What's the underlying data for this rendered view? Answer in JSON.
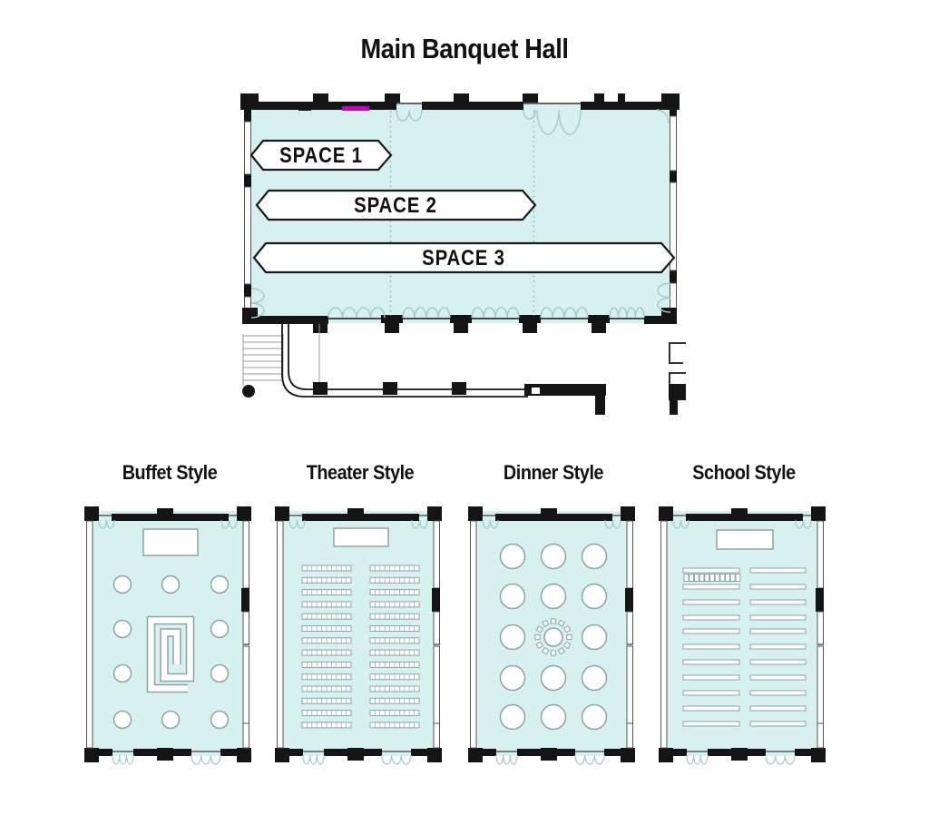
{
  "title": "Main Banquet Hall",
  "main_hall": {
    "spaces": [
      {
        "label": "SPACE 1"
      },
      {
        "label": "SPACE 2"
      },
      {
        "label": "SPACE 3"
      }
    ],
    "divider_count": 2,
    "has_stairs": true,
    "has_lower_corridor": true
  },
  "layouts": [
    {
      "id": "buffet",
      "label": "Buffet Style",
      "round_tables": 10,
      "has_stage": true,
      "has_buffet_spiral": true
    },
    {
      "id": "theater",
      "label": "Theater Style",
      "has_stage": true,
      "seat_blocks": 2,
      "rows_per_block": 14,
      "seats_per_row": 10
    },
    {
      "id": "dinner",
      "label": "Dinner Style",
      "round_tables": 14,
      "center_head_table": true,
      "chairs_around_center": 12
    },
    {
      "id": "school",
      "label": "School Style",
      "has_stage": true,
      "left_tables": 11,
      "right_tables": 11,
      "chair_squares_row": 11
    }
  ],
  "colors": {
    "floor_fill": "#d6f1f0",
    "wall": "#151515",
    "door_arc": "#a3c8c9",
    "space_divider": "#8fbfbf",
    "accent_magenta": "#c800c8",
    "furniture_fill": "#ffffff",
    "furniture_stroke": "#8fa3a3",
    "window_stroke": "#555555",
    "stair_line": "#9a9a9a"
  }
}
